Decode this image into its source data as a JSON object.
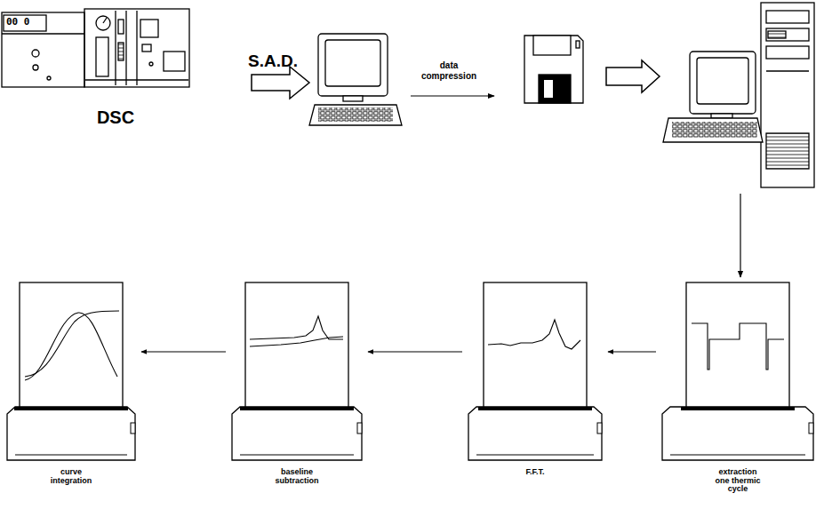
{
  "diagram": {
    "nodes": [
      {
        "text": [
          "DSC"
        ]
      },
      {
        "text": [
          "curve integration"
        ]
      },
      {
        "text": [
          "baseline subtraction"
        ]
      },
      {
        "text": [
          "F.F.T."
        ]
      },
      {
        "text": [
          "extraction one thermic cycle"
        ]
      }
    ],
    "edges": [
      {
        "from": 4,
        "to": 3,
        "arrow": "to"
      },
      {
        "from": 3,
        "to": 2,
        "arrow": "to"
      },
      {
        "from": 2,
        "to": 1,
        "arrow": "to"
      }
    ],
    "labels": [
      "S.A.D.",
      "data compression",
      "00 0"
    ]
  }
}
